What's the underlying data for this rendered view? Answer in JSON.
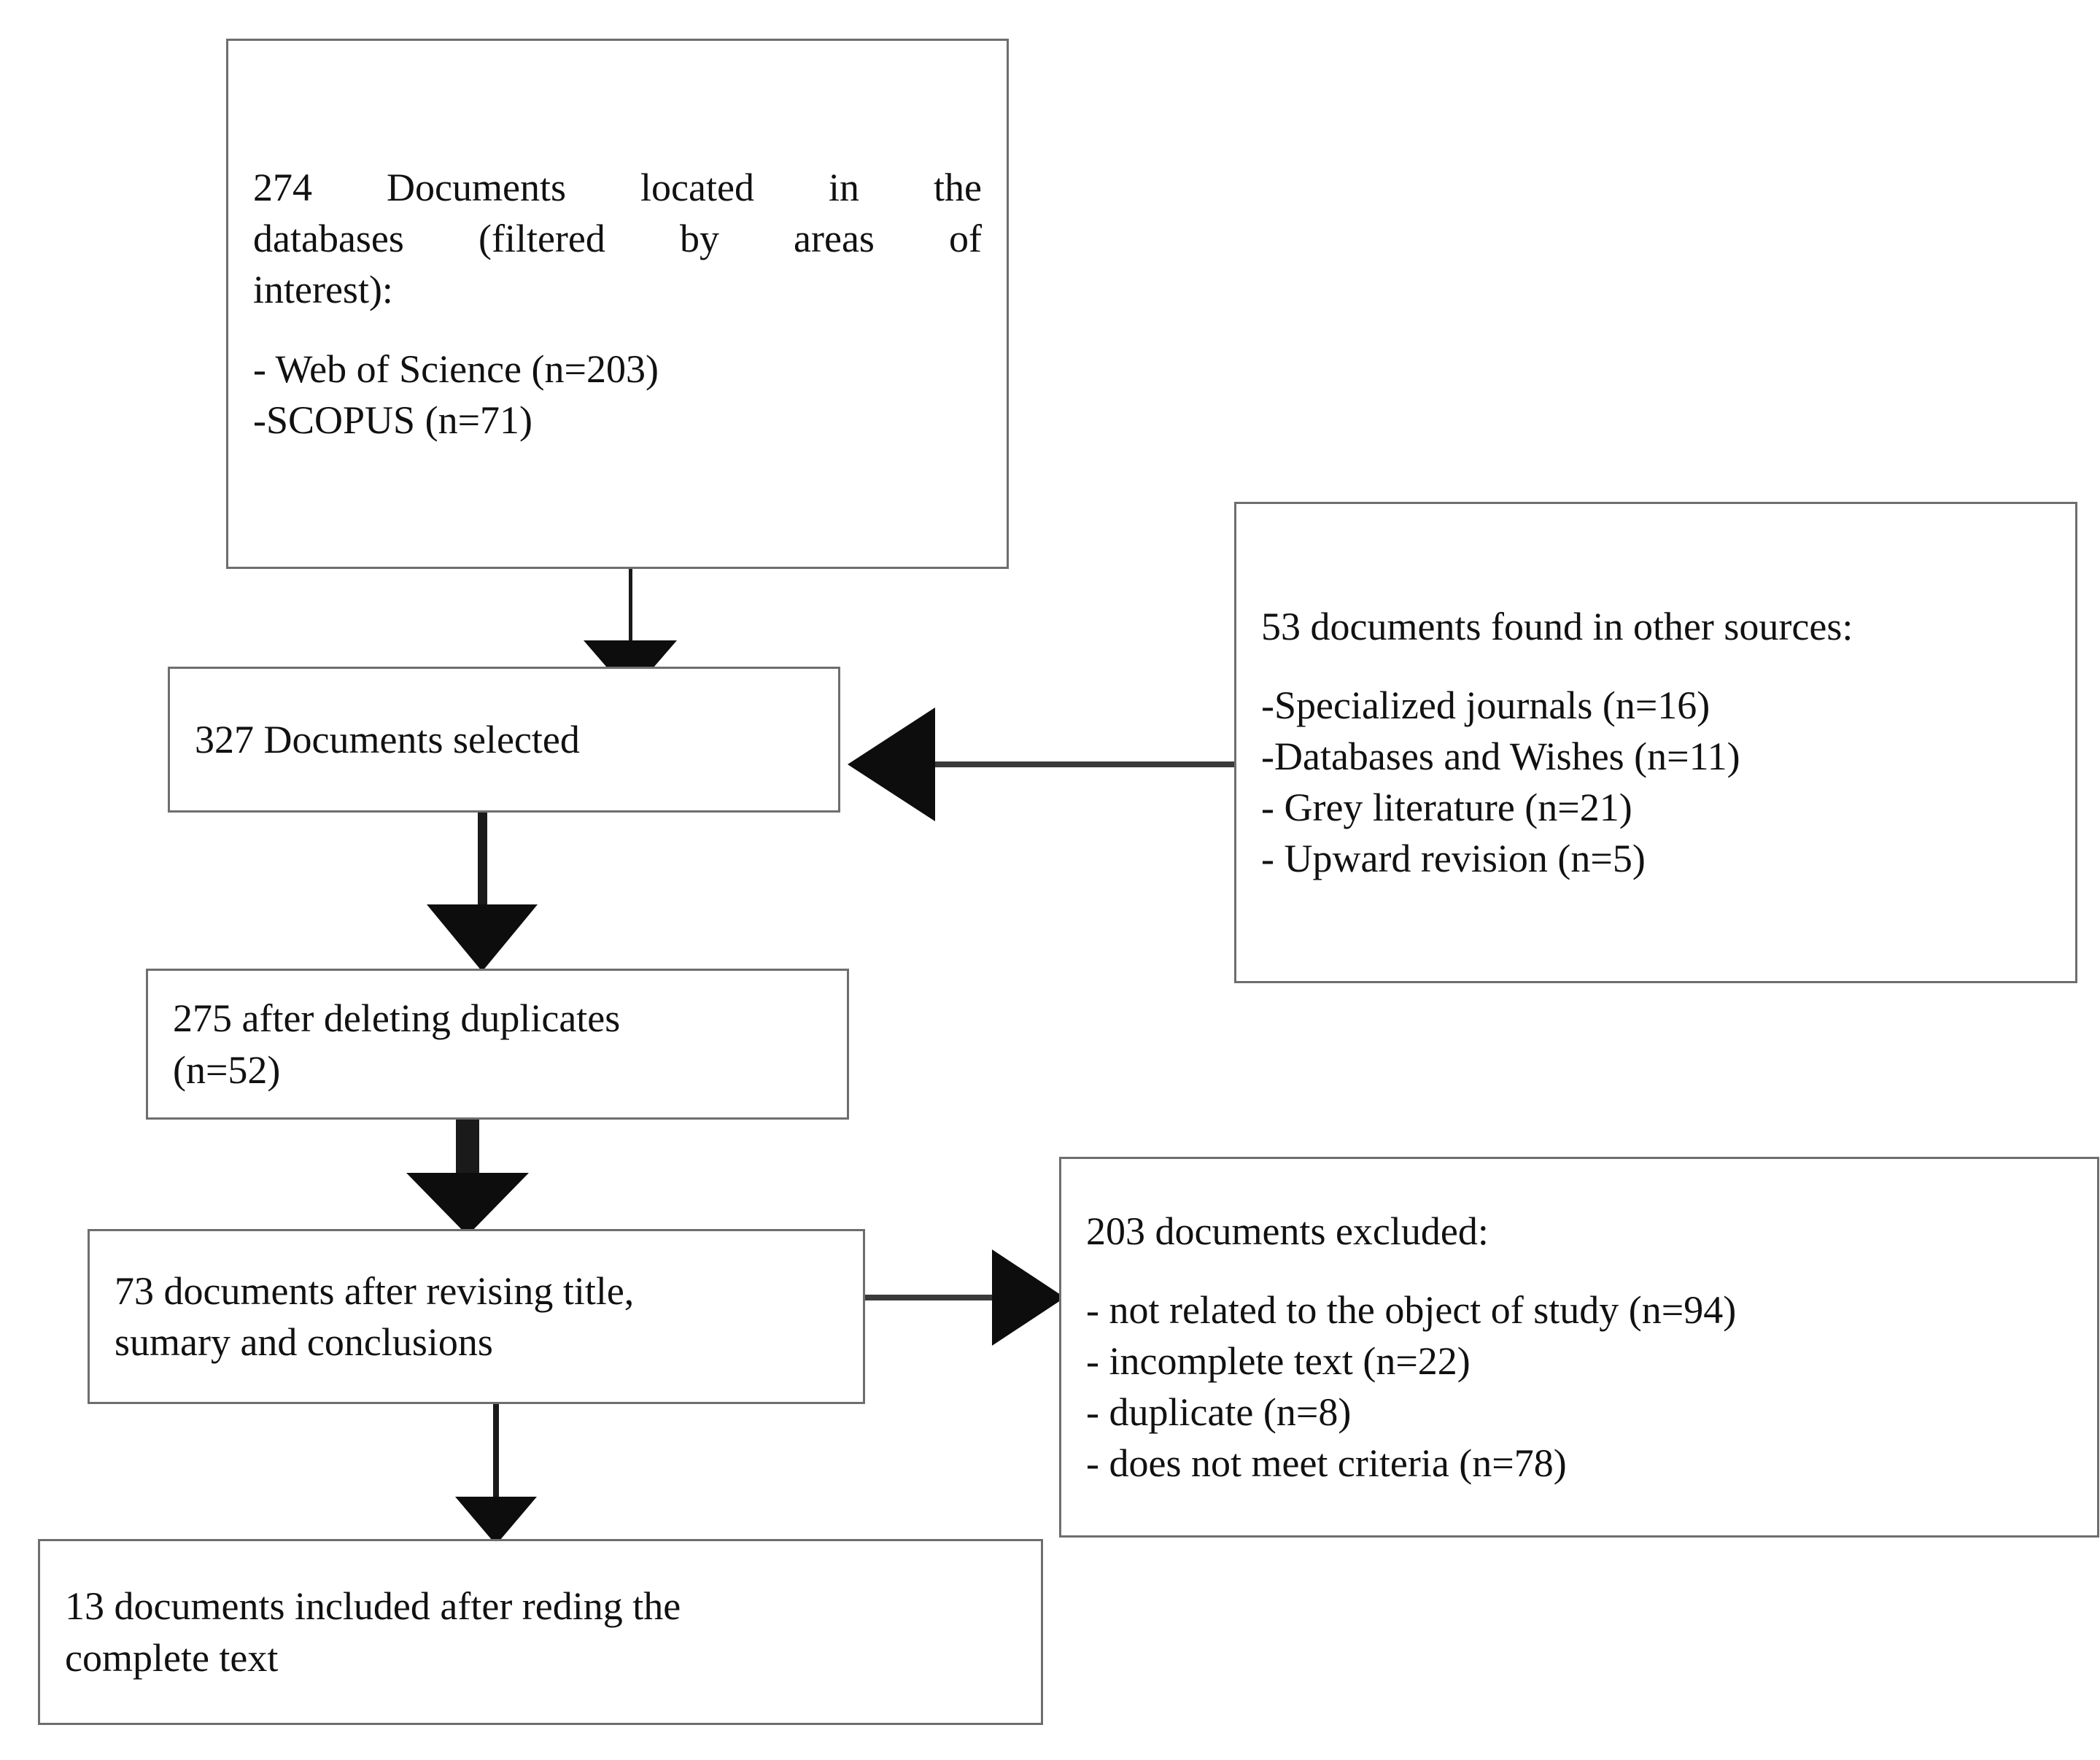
{
  "diagram": {
    "type": "prisma-flow-diagram",
    "nodes": {
      "identification": {
        "lines": [
          "274 Documents located in the databases (filtered by areas of interest):",
          "",
          "- Web of Science (n=203)",
          "-SCOPUS (n=71)"
        ],
        "line1": "274 Documents located in the",
        "line2": "databases (filtered by areas of",
        "line3": "interest):",
        "line4": "- Web of Science (n=203)",
        "line5": "-SCOPUS (n=71)",
        "count": "274"
      },
      "other_sources": {
        "heading": "53 documents found in other sources:",
        "count": "53",
        "items": [
          "-Specialized journals (n=16)",
          "-Databases and Wishes (n=11)",
          "- Grey literature (n=21)",
          "- Upward revision (n=5)"
        ],
        "item1": "-Specialized journals (n=16)",
        "item2": "-Databases and Wishes (n=11)",
        "item3": "- Grey literature (n=21)",
        "item4": "- Upward revision (n=5)"
      },
      "selected": {
        "label": "327 Documents selected",
        "count": "327"
      },
      "deduplicated": {
        "line1": "275 after deleting duplicates",
        "line2": "(n=52)",
        "count": "275",
        "duplicates_removed": "52"
      },
      "screened": {
        "line1": "73 documents after revising title,",
        "line2": "sumary and conclusions",
        "count": "73"
      },
      "excluded": {
        "heading": "203 documents excluded:",
        "count": "203",
        "items": [
          "- not related to the object of study (n=94)",
          "- incomplete text (n=22)",
          "- duplicate (n=8)",
          "- does not meet criteria (n=78)"
        ],
        "item1": "- not related to the object of study (n=94)",
        "item2": "- incomplete text (n=22)",
        "item3": "- duplicate (n=8)",
        "item4": "- does not meet criteria (n=78)"
      },
      "included": {
        "line1": "13 documents included after reding the",
        "line2": "complete text",
        "count": "13"
      }
    },
    "colors": {
      "box_border": "#6e6e6e",
      "connector": "#1a1a1a",
      "text": "#111111",
      "background": "#ffffff"
    }
  }
}
